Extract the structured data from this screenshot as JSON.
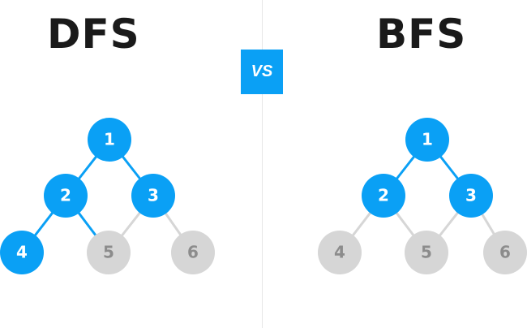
{
  "titles": {
    "dfs": "DFS",
    "bfs": "BFS"
  },
  "vs_label": "VS",
  "colors": {
    "active": "#0aa0f5",
    "inactive": "#d6d6d6",
    "title": "#1a1a1a",
    "active_text": "#ffffff",
    "inactive_text": "#8c8c8c",
    "divider": "#e6e6e6"
  },
  "trees": [
    {
      "id": "dfs",
      "nodes": [
        {
          "label": "1",
          "active": true
        },
        {
          "label": "2",
          "active": true
        },
        {
          "label": "3",
          "active": true
        },
        {
          "label": "4",
          "active": true
        },
        {
          "label": "5",
          "active": false
        },
        {
          "label": "6",
          "active": false
        }
      ],
      "edges": [
        {
          "from": "1",
          "to": "2",
          "active": true
        },
        {
          "from": "1",
          "to": "3",
          "active": true
        },
        {
          "from": "2",
          "to": "4",
          "active": true
        },
        {
          "from": "2",
          "to": "5",
          "active": true
        },
        {
          "from": "3",
          "to": "5",
          "active": false
        },
        {
          "from": "3",
          "to": "6",
          "active": false
        }
      ]
    },
    {
      "id": "bfs",
      "nodes": [
        {
          "label": "1",
          "active": true
        },
        {
          "label": "2",
          "active": true
        },
        {
          "label": "3",
          "active": true
        },
        {
          "label": "4",
          "active": false
        },
        {
          "label": "5",
          "active": false
        },
        {
          "label": "6",
          "active": false
        }
      ],
      "edges": [
        {
          "from": "1",
          "to": "2",
          "active": true
        },
        {
          "from": "1",
          "to": "3",
          "active": true
        },
        {
          "from": "2",
          "to": "4",
          "active": false
        },
        {
          "from": "2",
          "to": "5",
          "active": false
        },
        {
          "from": "3",
          "to": "5",
          "active": false
        },
        {
          "from": "3",
          "to": "6",
          "active": false
        }
      ]
    }
  ]
}
